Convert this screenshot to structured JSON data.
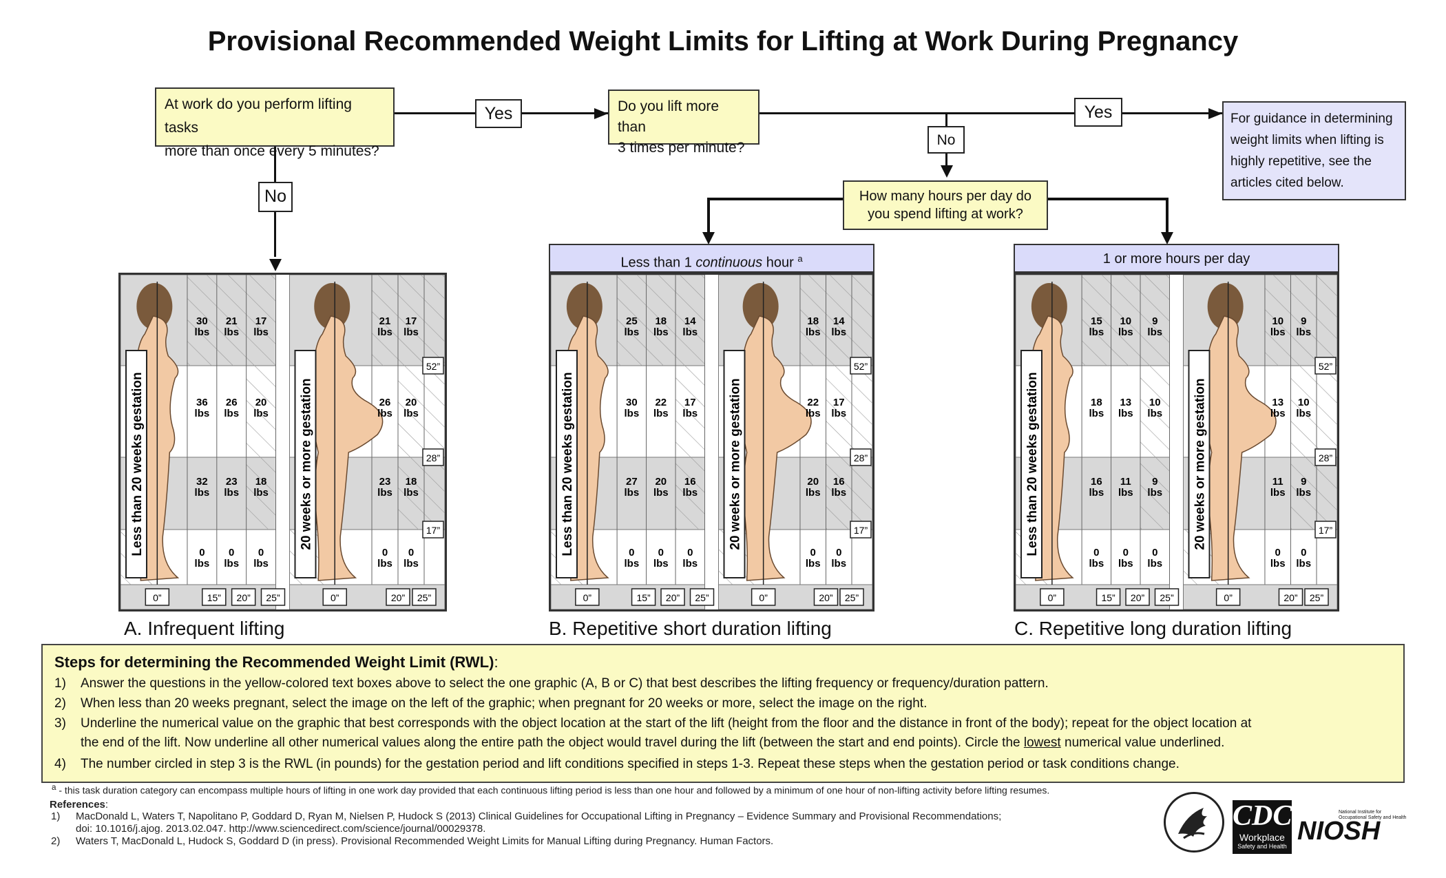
{
  "title": "Provisional Recommended Weight Limits for Lifting at Work During Pregnancy",
  "flow": {
    "q1": [
      "At work do you perform lifting tasks",
      "more than once every 5 minutes?"
    ],
    "q2": [
      "Do you lift more than",
      "3 times per minute?"
    ],
    "q3": [
      "How many hours per day do",
      "you spend lifting at work?"
    ],
    "guidance": [
      "For guidance in determining",
      "weight limits when lifting is",
      "highly repetitive, see the",
      "articles cited below."
    ],
    "yes1": "Yes",
    "yes2": "Yes",
    "no1": "No",
    "no2": "No"
  },
  "panels": {
    "B_header_pre": "Less than 1 ",
    "B_header_em": "continuous",
    "B_header_post": " hour",
    "B_header_sup": "a",
    "C_header": "1 or more hours per day",
    "A_label": "A.  Infrequent lifting",
    "B_label": "B.  Repetitive short duration lifting",
    "C_label": "C.  Repetitive long duration lifting",
    "left_side": "Less than 20 weeks gestation",
    "right_side": "20 weeks or more gestation",
    "height_marks": [
      "52”",
      "28”",
      "17”"
    ],
    "left_bottom": [
      "0”",
      "15”",
      "20”",
      "25”"
    ],
    "right_bottom": [
      "0”",
      "20”",
      "25”"
    ],
    "unit": "lbs",
    "values": {
      "A": {
        "left": [
          [
            30,
            21,
            17
          ],
          [
            36,
            26,
            20
          ],
          [
            32,
            23,
            18
          ],
          [
            0,
            0,
            0
          ]
        ],
        "right": [
          [
            21,
            17
          ],
          [
            26,
            20
          ],
          [
            23,
            18
          ],
          [
            0,
            0
          ]
        ]
      },
      "B": {
        "left": [
          [
            25,
            18,
            14
          ],
          [
            30,
            22,
            17
          ],
          [
            27,
            20,
            16
          ],
          [
            0,
            0,
            0
          ]
        ],
        "right": [
          [
            18,
            14
          ],
          [
            22,
            17
          ],
          [
            20,
            16
          ],
          [
            0,
            0
          ]
        ]
      },
      "C": {
        "left": [
          [
            15,
            10,
            9
          ],
          [
            18,
            13,
            10
          ],
          [
            16,
            11,
            9
          ],
          [
            0,
            0,
            0
          ]
        ],
        "right": [
          [
            10,
            9
          ],
          [
            13,
            10
          ],
          [
            11,
            9
          ],
          [
            0,
            0
          ]
        ]
      }
    }
  },
  "steps": {
    "title": "Steps for determining the Recommended Weight Limit (RWL)",
    "colon": ":",
    "items": [
      {
        "num": "1)",
        "text": "Answer the questions in the yellow-colored text  boxes above to select the one graphic (A, B or C) that best describes the lifting frequency or frequency/duration pattern."
      },
      {
        "num": "2)",
        "text": "When less than 20 weeks pregnant, select the image on the left of the graphic; when pregnant for 20 weeks or more, select the image on the right."
      },
      {
        "num": "3)",
        "text_a": "Underline the numerical value on the graphic that best corresponds with the object location at the start of the lift (height from the floor and the distance in front of the body); repeat for the object location at",
        "text_b": "the end of the lift.  Now underline all other numerical values along the entire path the object would travel during the lift (between the start and end points).  Circle the ",
        "underline": "lowest",
        "text_c": " numerical value underlined."
      },
      {
        "num": "4)",
        "text": "The number circled in step 3 is the RWL (in pounds) for the gestation period and lift conditions specified in steps 1-3.  Repeat these steps when the gestation period or task conditions change."
      }
    ]
  },
  "footnote": {
    "mark": "a",
    "text": " -  this task duration category can encompass multiple hours of lifting in one work day provided that each continuous lifting period is less than one hour and followed by a minimum of one hour of non-lifting activity before lifting resumes."
  },
  "references": {
    "title": "References",
    "colon": ":",
    "items": [
      {
        "num": "1)",
        "line1": "MacDonald L, Waters T, Napolitano P, Goddard D, Ryan M, Nielsen P,  Hudock S (2013) Clinical Guidelines for Occupational Lifting in Pregnancy – Evidence Summary and Provisional Recommendations;",
        "line2": "doi: 10.1016/j.ajog. 2013.02.047.   http://www.sciencedirect.com/science/journal/00029378."
      },
      {
        "num": "2)",
        "line1": "Waters T, MacDonald L, Hudock S, Goddard D (in press).  Provisional Recommended Weight Limits for Manual Lifting during Pregnancy.  Human Factors."
      }
    ]
  },
  "logos": {
    "cdc": "CDC",
    "cdc_sub1": "Workplace",
    "cdc_sub2": "Safety and Health",
    "niosh": "NIOSH",
    "niosh_sub1": "National Institute for",
    "niosh_sub2": "Occupational Safety and Health"
  },
  "colors": {
    "yellow_box": "#fbfac4",
    "purple_box": "#e4e4fa",
    "panel_header": "#dadbfa",
    "skin": "#f2c9a4",
    "hair": "#7a5a3c"
  }
}
